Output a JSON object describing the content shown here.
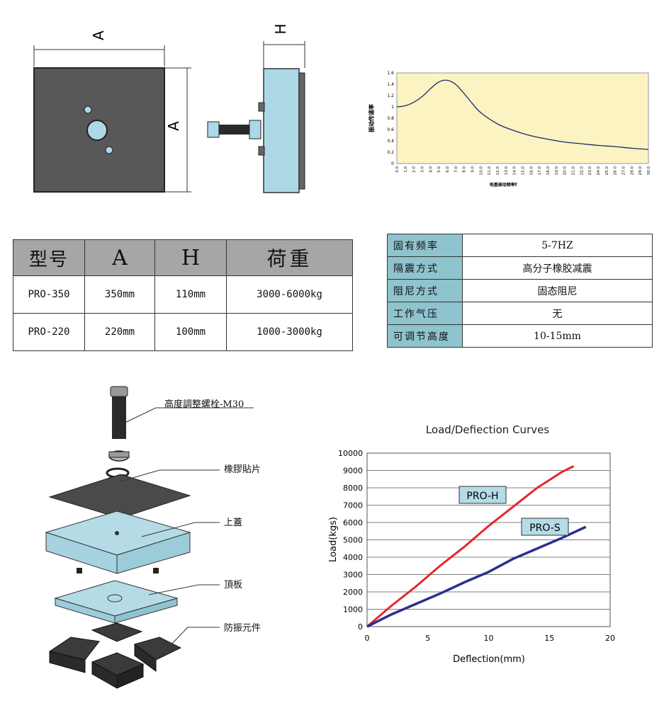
{
  "drawing": {
    "dim_a": "A",
    "dim_h": "H"
  },
  "spec_table": {
    "headers": [
      "型号",
      "A",
      "H",
      "荷重"
    ],
    "rows": [
      [
        "PRO-350",
        "350mm",
        "110mm",
        "3000-6000kg"
      ],
      [
        "PRO-220",
        "220mm",
        "100mm",
        "1000-3000kg"
      ]
    ]
  },
  "props_table": {
    "rows": [
      [
        "固有频率",
        "5-7HZ"
      ],
      [
        "隔震方式",
        "高分子橡胶减震"
      ],
      [
        "阻尼方式",
        "固态阻尼"
      ],
      [
        "工作气压",
        "无"
      ],
      [
        "可调节高度",
        "10-15mm"
      ]
    ]
  },
  "exploded": {
    "labels": [
      "高度調整螺栓-M30",
      "橡膠貼片",
      "上蓋",
      "頂板",
      "防振元件"
    ]
  },
  "colors": {
    "plate": "#585858",
    "body": "#add8e6",
    "pro_h": "#e8262b",
    "pro_s": "#2b2f8f",
    "transmissibility_bg": "#fbf3c2"
  },
  "chart_data": [
    {
      "type": "line",
      "title": "",
      "xlabel": "地基振动频率f",
      "ylabel": "振动传递率",
      "xlim": [
        0,
        30
      ],
      "ylim": [
        0,
        1.6
      ],
      "x_ticks": [
        "0.0",
        "1.0",
        "2.0",
        "3.0",
        "4.0",
        "5.0",
        "6.0",
        "7.0",
        "8.0",
        "9.0",
        "10.0",
        "11.0",
        "12.0",
        "13.0",
        "14.0",
        "15.0",
        "16.0",
        "17.0",
        "18.0",
        "19.0",
        "20.0",
        "21.0",
        "22.0",
        "23.0",
        "24.0",
        "25.0",
        "26.0",
        "27.0",
        "28.0",
        "29.0",
        "30.0"
      ],
      "y_ticks": [
        "0",
        "0.2",
        "0.4",
        "0.6",
        "0.8",
        "1",
        "1.2",
        "1.4",
        "1.6"
      ],
      "series": [
        {
          "x": [
            0,
            1,
            2,
            3,
            4,
            5,
            6,
            7,
            8,
            9,
            10,
            12,
            14,
            16,
            18,
            20,
            22,
            24,
            26,
            28,
            30
          ],
          "y": [
            1.0,
            1.02,
            1.08,
            1.18,
            1.32,
            1.44,
            1.47,
            1.4,
            1.24,
            1.06,
            0.9,
            0.7,
            0.58,
            0.49,
            0.43,
            0.38,
            0.35,
            0.32,
            0.3,
            0.27,
            0.25
          ]
        }
      ]
    },
    {
      "type": "line",
      "title": "Load/Defiection Curves",
      "xlabel": "Deflection(mm)",
      "ylabel": "Load(kgs)",
      "xlim": [
        0,
        20
      ],
      "ylim": [
        0,
        10000
      ],
      "x_ticks": [
        0,
        5,
        10,
        15,
        20
      ],
      "y_ticks": [
        0,
        1000,
        2000,
        3000,
        4000,
        5000,
        6000,
        7000,
        8000,
        9000,
        10000
      ],
      "series": [
        {
          "name": "PRO-H",
          "x": [
            0,
            2,
            4,
            6,
            8,
            10,
            12,
            14,
            16,
            17
          ],
          "y": [
            0,
            1200,
            2300,
            3500,
            4600,
            5800,
            6900,
            8000,
            8900,
            9250
          ]
        },
        {
          "name": "PRO-S",
          "x": [
            0,
            2,
            4,
            6,
            8,
            10,
            12,
            14,
            16,
            18
          ],
          "y": [
            0,
            700,
            1300,
            1900,
            2550,
            3150,
            3900,
            4500,
            5100,
            5750
          ]
        }
      ]
    }
  ]
}
